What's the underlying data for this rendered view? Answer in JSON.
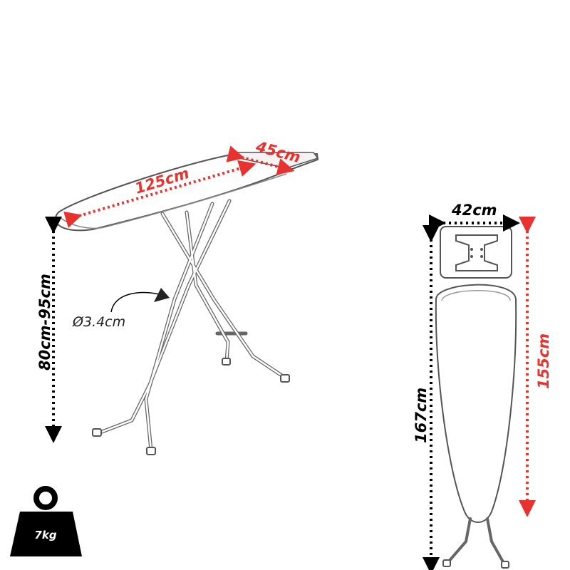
{
  "colors": {
    "red": "#e8322f",
    "black": "#000000",
    "outline": "#555555"
  },
  "left_view": {
    "length_label": "125cm",
    "width_label": "45cm",
    "height_label": "80cm-95cm",
    "tube_label": "Ø3.4cm"
  },
  "right_view": {
    "width_label": "42cm",
    "total_height_label": "167cm",
    "board_length_label": "155cm"
  },
  "weight": {
    "label": "7kg"
  }
}
